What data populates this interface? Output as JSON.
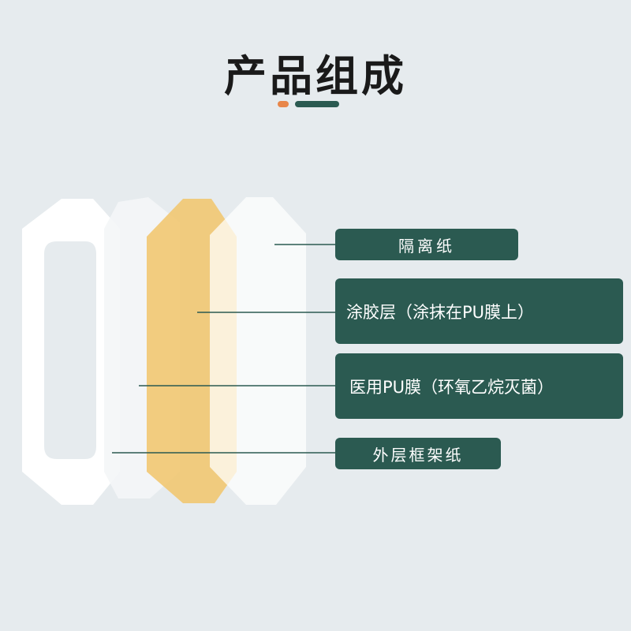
{
  "title": "产品组成",
  "colors": {
    "background": "#e6ebee",
    "accent_green": "#2b5a51",
    "accent_orange": "#e8864a",
    "adhesive_layer": "#f1c66e"
  },
  "labels": [
    "隔离纸",
    "涂胶层（涂抹在PU膜上）",
    "医用PU膜（环氧乙烷灭菌）",
    "外层框架纸"
  ]
}
